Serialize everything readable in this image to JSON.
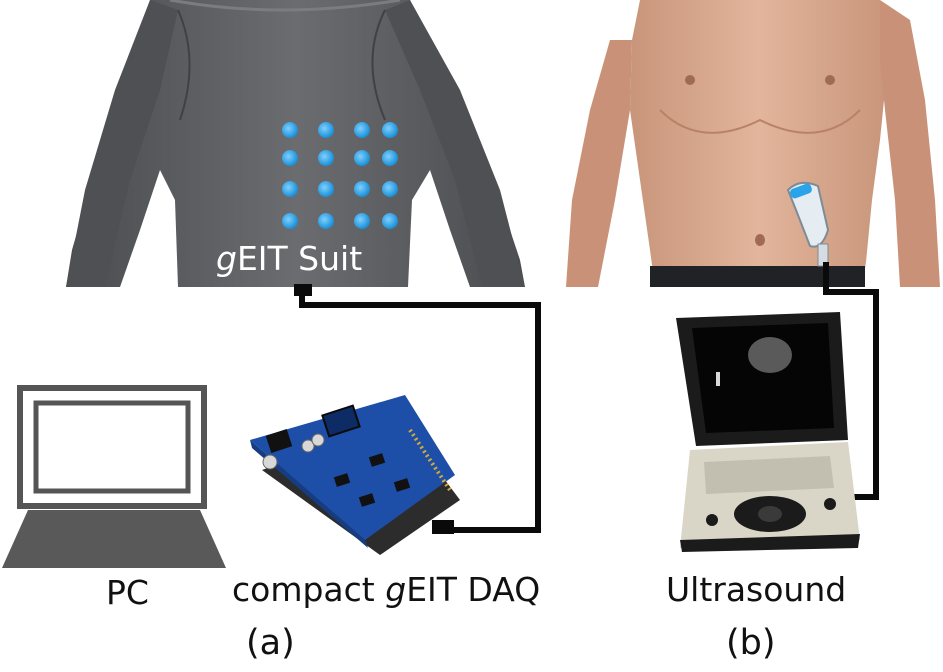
{
  "panels": {
    "a": {
      "caption": "(a)",
      "suit_label_italic": "g",
      "suit_label_rest": "EIT Suit",
      "pc_label": "PC",
      "daq_label_prefix": "compact ",
      "daq_label_italic": "g",
      "daq_label_rest": "EIT DAQ"
    },
    "b": {
      "caption": "(b)",
      "device_label": "Ultrasound"
    }
  },
  "colors": {
    "suit": "#5b5d61",
    "electrode": "#2aa3e8",
    "skin": "#d9a98f",
    "cable": "#0a0a0a",
    "pcb": "#1d4fa8",
    "laptop_outline": "#555555"
  }
}
